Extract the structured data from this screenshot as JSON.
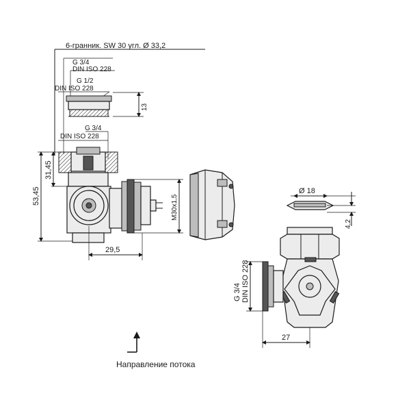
{
  "labels": {
    "hex": "6-гранник. SW 30 угл. Ø 33,2",
    "g34_top_a": "G 3/4",
    "g34_top_b": "DIN ISO 228",
    "g12_a": "G 1/2",
    "g12_b": "DIN ISO 228",
    "dim_13": "13",
    "g34_mid_a": "G 3/4",
    "g34_mid_b": "DIN ISO 228",
    "dim_3145": "31,45",
    "dim_5345": "53,45",
    "dim_m30": "M30x1,5",
    "dim_295": "29,5",
    "dim_d18": "Ø 18",
    "dim_42": "4,2",
    "g34_right_a": "G 3/4",
    "g34_right_b": "DIN ISO 228",
    "dim_27": "27",
    "flow": "Направление потока"
  }
}
